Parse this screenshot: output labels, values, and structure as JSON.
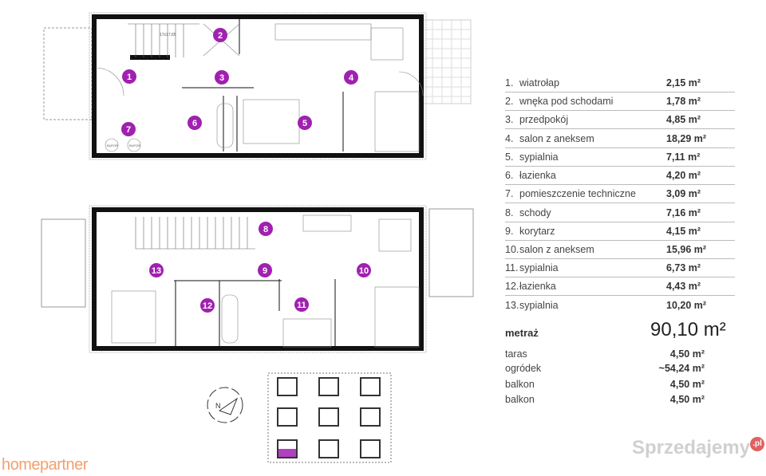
{
  "rooms": [
    {
      "no": "1.",
      "name": "wiatrołap",
      "area": "2,15 m²"
    },
    {
      "no": "2.",
      "name": "wnęka pod schodami",
      "area": "1,78 m²"
    },
    {
      "no": "3.",
      "name": "przedpokój",
      "area": "4,85 m²"
    },
    {
      "no": "4.",
      "name": "salon z aneksem",
      "area": "18,29 m²"
    },
    {
      "no": "5.",
      "name": "sypialnia",
      "area": "7,11 m²"
    },
    {
      "no": "6.",
      "name": "łazienka",
      "area": "4,20 m²"
    },
    {
      "no": "7.",
      "name": "pomieszczenie techniczne",
      "area": "3,09 m²"
    },
    {
      "no": "8.",
      "name": "schody",
      "area": "7,16 m²"
    },
    {
      "no": "9.",
      "name": "korytarz",
      "area": "4,15 m²"
    },
    {
      "no": "10.",
      "name": "salon z aneksem",
      "area": "15,96 m²"
    },
    {
      "no": "11.",
      "name": "sypialnia",
      "area": "6,73 m²"
    },
    {
      "no": "12.",
      "name": "łazienka",
      "area": "4,43 m²"
    },
    {
      "no": "13.",
      "name": "sypialnia",
      "area": "10,20 m²"
    }
  ],
  "total": {
    "label": "metraż",
    "value": "90,10 m²"
  },
  "extras": [
    {
      "name": "taras",
      "area": "4,50 m²"
    },
    {
      "name": "ogródek",
      "area": "~54,24 m²"
    },
    {
      "name": "balkon",
      "area": "4,50 m²"
    },
    {
      "name": "balkon",
      "area": "4,50 m²"
    }
  ],
  "markers": [
    "1",
    "2",
    "3",
    "4",
    "5",
    "6",
    "7",
    "8",
    "9",
    "10",
    "11",
    "12",
    "13"
  ],
  "plan_labels": {
    "stairs": "17x17,65",
    "bufor": "BUFOR"
  },
  "logo": "homepartner",
  "watermark": {
    "text": "Sprzedajemy",
    "badge": ".pl"
  },
  "colors": {
    "marker": "#a020b0",
    "walls": "#111111",
    "logo": "#f0a070"
  }
}
